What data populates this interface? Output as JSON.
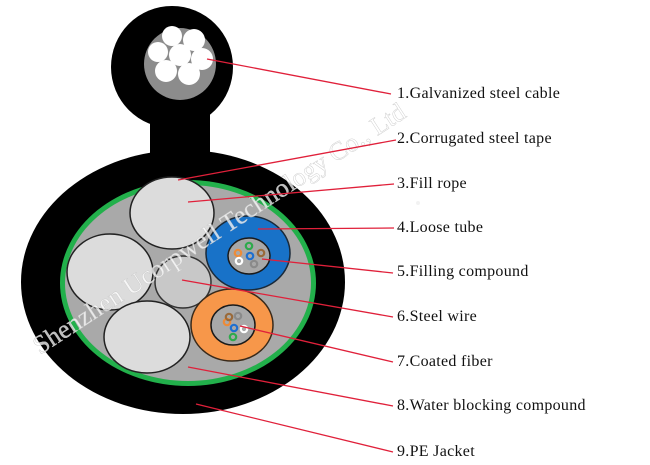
{
  "diagram": {
    "title": "Figure-8 optical fiber cable cross-section",
    "watermark": "Shenzhen Ucorpwell Technology Co., Ltd",
    "colors": {
      "jacket": "#000000",
      "armor_tape": "#22b04b",
      "water_blocking": "#a9a9a9",
      "fill_rope": "#dcdcdc",
      "steel_wire": "#c8c8c8",
      "loose_tube_1": "#1872c8",
      "loose_tube_2": "#f7974a",
      "tube_core": "#a8a8a8",
      "leader_line": "#e0203a"
    },
    "fiber_colors": [
      "#2eaa4c",
      "#ed8b38",
      "#1d6fd0",
      "#9a6a3a",
      "#ffffff",
      "#8a8a8a"
    ],
    "labels": [
      {
        "number": "1",
        "text": "1.Galvanized steel cable"
      },
      {
        "number": "2",
        "text": "2.Corrugated steel tape"
      },
      {
        "number": "3",
        "text": "3.Fill rope"
      },
      {
        "number": "4",
        "text": "4.Loose tube"
      },
      {
        "number": "5",
        "text": "5.Filling compound"
      },
      {
        "number": "6",
        "text": "6.Steel wire"
      },
      {
        "number": "7",
        "text": "7.Coated fiber"
      },
      {
        "number": "8",
        "text": "8.Water blocking compound"
      },
      {
        "number": "9",
        "text": "9.PE Jacket"
      }
    ]
  }
}
